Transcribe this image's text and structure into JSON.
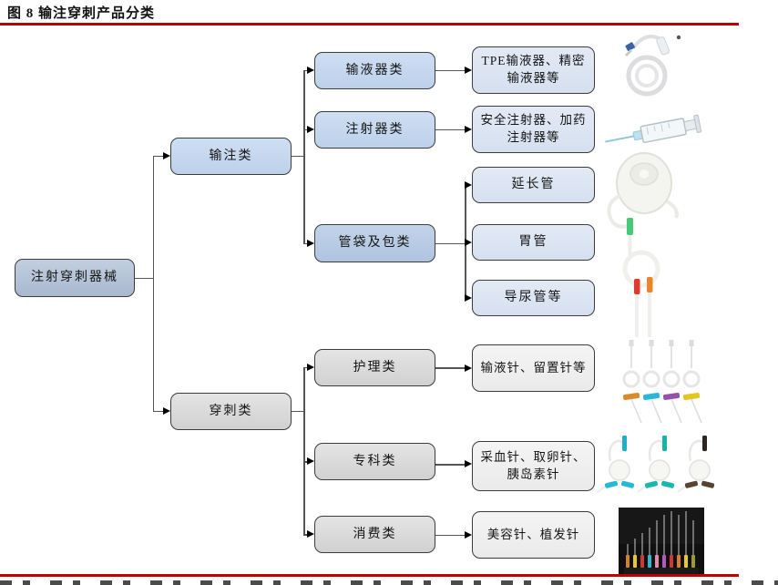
{
  "title": "图 8 输注穿刺产品分类",
  "colors": {
    "rule_red": "#c00000",
    "root_fill": "#aebdd3",
    "branch_blue_fill": "#c5d9f1",
    "branch_blue_dark_fill": "#b8cce4",
    "leaf_blue_fill": "#dce6f2",
    "branch_gray_fill": "#d9d9d9",
    "leaf_gray_fill": "#f0f0f0",
    "box_border": "#3c3c3c"
  },
  "tree": {
    "root": {
      "label": "注射穿刺器械"
    },
    "branches": [
      {
        "label": "输注类",
        "children": [
          {
            "label": "输液器类",
            "leaves": [
              {
                "label": "TPE输液器、精密输液器等"
              }
            ]
          },
          {
            "label": "注射器类",
            "leaves": [
              {
                "label": "安全注射器、加药注射器等"
              }
            ]
          },
          {
            "label": "管袋及包类",
            "leaves": [
              {
                "label": "延长管"
              },
              {
                "label": "胃管"
              },
              {
                "label": "导尿管等"
              }
            ]
          }
        ]
      },
      {
        "label": "穿刺类",
        "children": [
          {
            "label": "护理类",
            "leaves": [
              {
                "label": "输液针、留置针等"
              }
            ]
          },
          {
            "label": "专科类",
            "leaves": [
              {
                "label": "采血针、取卵针、胰岛素针"
              }
            ]
          },
          {
            "label": "消费类",
            "leaves": [
              {
                "label": "美容针、植发针"
              }
            ]
          }
        ]
      }
    ]
  },
  "images": [
    {
      "name": "infusion-set-photo"
    },
    {
      "name": "syringe-photo"
    },
    {
      "name": "tube-catheter-set-photo"
    },
    {
      "name": "butterfly-infusion-needles-photo"
    },
    {
      "name": "winged-specialty-needles-photo"
    },
    {
      "name": "cosmetic-needles-dark-photo"
    }
  ]
}
